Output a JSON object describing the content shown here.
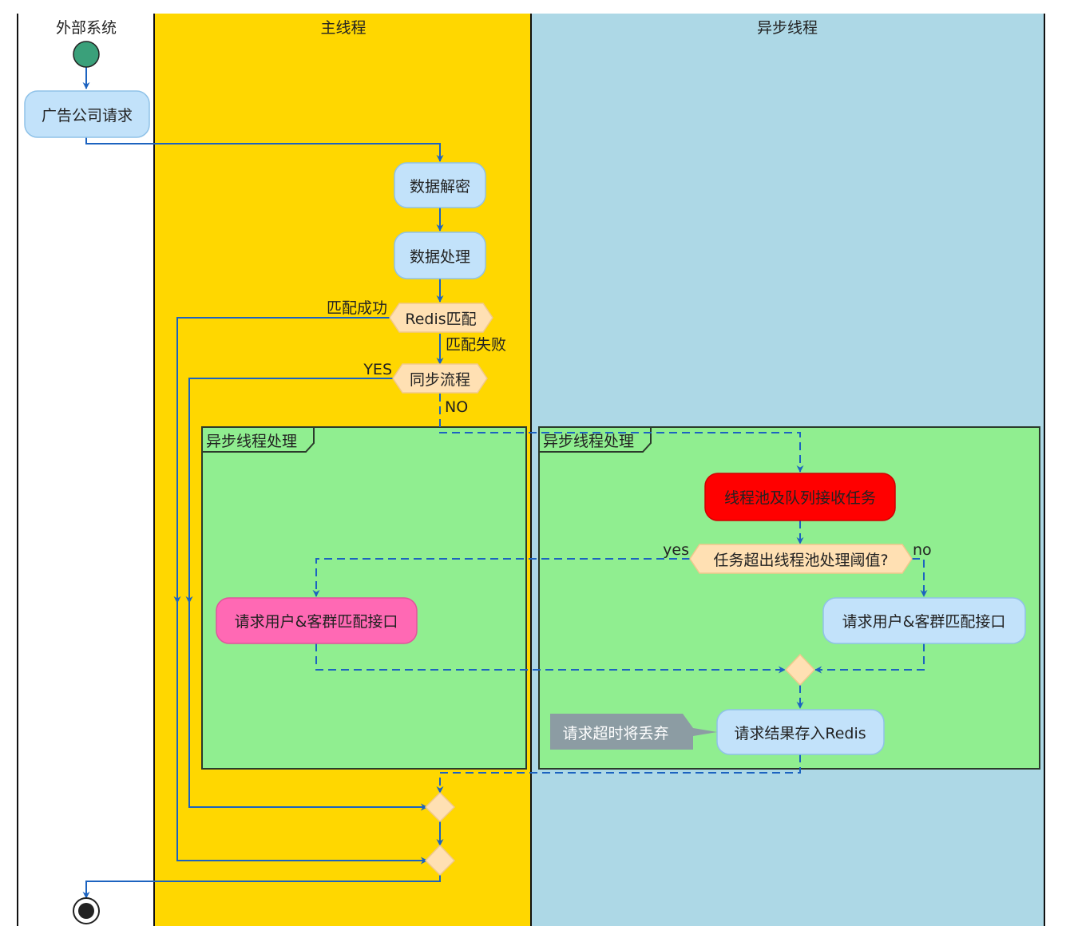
{
  "lanes": {
    "external": "外部系统",
    "main": "主线程",
    "async": "异步线程"
  },
  "colors": {
    "main_lane": "#ffd700",
    "async_lane": "#add8e6",
    "frame_fill": "#90ee90",
    "activity_fill": "#c2e2fa",
    "diamond_fill": "#ffe0b3",
    "red_activity": "#ff0000",
    "pink_activity": "#ff69b4",
    "note_fill": "#8c9ca3",
    "arrow": "#1c63c0"
  },
  "nodes": {
    "ad_request": "广告公司请求",
    "decrypt": "数据解密",
    "process": "数据处理",
    "redis_match": "Redis匹配",
    "sync_flow": "同步流程",
    "thread_pool": "线程池及队列接收任务",
    "over_threshold": "任务超出线程池处理阈值?",
    "request_left": "请求用户&客群匹配接口",
    "request_right": "请求用户&客群匹配接口",
    "save_redis": "请求结果存入Redis"
  },
  "labels": {
    "match_success": "匹配成功",
    "match_fail": "匹配失败",
    "yes_upper": "YES",
    "no_upper": "NO",
    "yes_lower": "yes",
    "no_lower": "no"
  },
  "frames": {
    "left_title": "异步线程处理",
    "right_title": "异步线程处理"
  },
  "note": "请求超时将丢弃"
}
